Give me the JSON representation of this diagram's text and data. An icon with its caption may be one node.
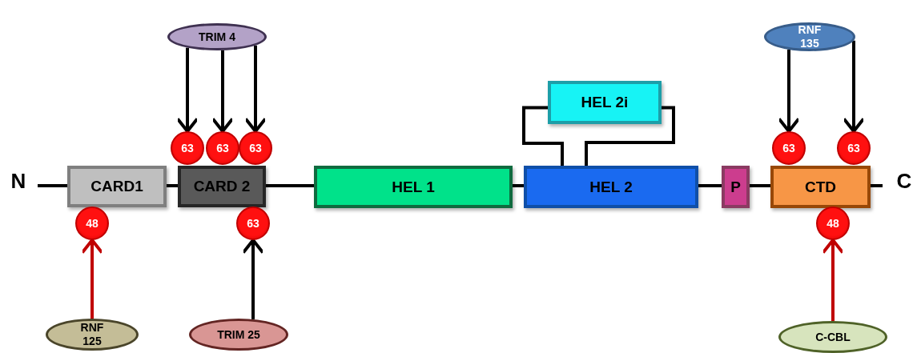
{
  "diagram": {
    "nodes": [
      {
        "text": [
          "TRIM 4"
        ]
      },
      {
        "text": [
          "RNF 135"
        ]
      },
      {
        "text": [
          "HEL 2i"
        ]
      },
      {
        "text": [
          "63"
        ]
      },
      {
        "text": [
          "63"
        ]
      },
      {
        "text": [
          "63"
        ]
      },
      {
        "text": [
          "63"
        ]
      },
      {
        "text": [
          "63"
        ]
      },
      {
        "text": [
          "N"
        ]
      },
      {
        "text": [
          "CARD1"
        ]
      },
      {
        "text": [
          "CARD 2"
        ]
      },
      {
        "text": [
          "HEL 1"
        ]
      },
      {
        "text": [
          "HEL 2"
        ]
      },
      {
        "text": [
          "P"
        ]
      },
      {
        "text": [
          "CTD"
        ]
      },
      {
        "text": [
          "C"
        ]
      },
      {
        "text": [
          "48"
        ]
      },
      {
        "text": [
          "63"
        ]
      },
      {
        "text": [
          "48"
        ]
      },
      {
        "text": [
          "RNF 125"
        ]
      },
      {
        "text": [
          "TRIM 25"
        ]
      },
      {
        "text": [
          "C-CBL"
        ]
      }
    ],
    "edges": [
      {
        "from": 0,
        "to": 3,
        "arrow": "to"
      },
      {
        "from": 0,
        "to": 4,
        "arrow": "to"
      },
      {
        "from": 0,
        "to": 5,
        "arrow": "to"
      },
      {
        "from": 1,
        "to": 6,
        "arrow": "to"
      },
      {
        "from": 1,
        "to": 7,
        "arrow": "to"
      },
      {
        "from": 8,
        "to": 9,
        "arrow": "none"
      },
      {
        "from": 9,
        "to": 10,
        "arrow": "none"
      },
      {
        "from": 10,
        "to": 11,
        "arrow": "none"
      },
      {
        "from": 11,
        "to": 12,
        "arrow": "none"
      },
      {
        "from": 12,
        "to": 13,
        "arrow": "none"
      },
      {
        "from": 13,
        "to": 14,
        "arrow": "none"
      },
      {
        "from": 14,
        "to": 15,
        "arrow": "none"
      },
      {
        "from": 2,
        "to": 12,
        "arrow": "none"
      },
      {
        "from": 2,
        "to": 12,
        "arrow": "none"
      },
      {
        "from": 19,
        "to": 16,
        "arrow": "to",
        "color": "#c00000"
      },
      {
        "from": 20,
        "to": 17,
        "arrow": "to"
      },
      {
        "from": 21,
        "to": 18,
        "arrow": "to",
        "color": "#c00000"
      }
    ]
  }
}
